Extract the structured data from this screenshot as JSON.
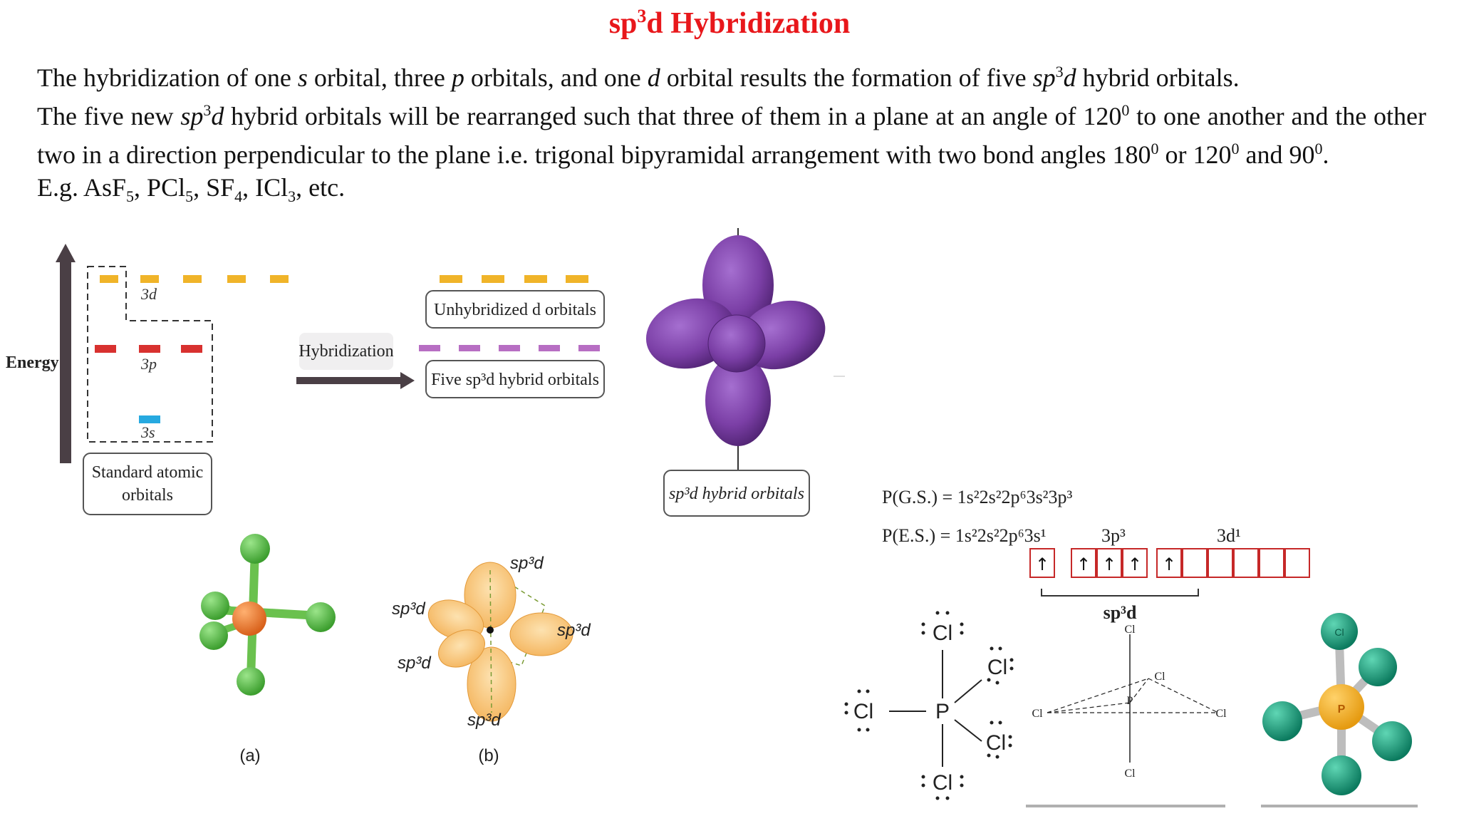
{
  "title": {
    "main": "sp",
    "sup": "3",
    "rest": "d Hybridization"
  },
  "paragraph1": {
    "t1": "The hybridization of one ",
    "s": "s",
    "t2": " orbital, three ",
    "p": "p",
    "t3": " orbitals, and one ",
    "d": "d",
    "t4": " orbital results the formation of five ",
    "h1": "sp",
    "h1sup": "3",
    "h2": "d",
    "t5": " hybrid orbitals."
  },
  "paragraph2": {
    "t1": "The five new ",
    "h1": "sp",
    "h1sup": "3",
    "h2": "d",
    "t2": " hybrid orbitals will be rearranged such that three of them in a plane at an angle of 120",
    "deg1": "0",
    "t3": " to one another and the other two in a direction perpendicular to the plane i.e. trigonal bipyramidal arrangement with two bond angles 180",
    "deg2": "0",
    "t4": " or 120",
    "deg3": "0",
    "t5": " and 90",
    "deg4": "0",
    "t6": "."
  },
  "paragraph3": {
    "t1": "E.g. AsF",
    "s1": "5",
    "t2": ", PCl",
    "s2": "5",
    "t3": ", SF",
    "s3": "4",
    "t4": ", ICl",
    "s4": "3",
    "t5": ", etc."
  },
  "energy_diagram": {
    "axis_label": "Energy",
    "level_3d": "3d",
    "level_3p": "3p",
    "level_3s": "3s",
    "box_label_line1": "Standard atomic",
    "box_label_line2": "orbitals",
    "arrow_label": "Hybridization",
    "unhybridized_label": "Unhybridized d orbitals",
    "hybrid_label": "Five sp³d hybrid orbitals",
    "colors": {
      "d": "#f0b429",
      "p": "#d8312f",
      "s": "#26a9e0",
      "hybrid": "#b76ec3",
      "arrow": "#4a3f45"
    }
  },
  "purple_orbital": {
    "label": "sp³d hybrid orbitals",
    "color": "#7b3fa6"
  },
  "figure_a": {
    "caption": "(a)"
  },
  "figure_b": {
    "caption": "(b)",
    "lobe_labels": [
      "sp³d",
      "sp³d",
      "sp³d",
      "sp³d",
      "sp³d"
    ]
  },
  "configuration": {
    "ground": "P(G.S.) = 1s²2s²2p⁶3s²3p³",
    "excited": "P(E.S.) = 1s²2s²2p⁶3s¹",
    "label_3p": "3p³",
    "label_3d": "3d¹",
    "boxes": [
      "↑",
      "↑",
      "↑",
      "↑",
      "↑",
      "",
      "",
      "",
      "",
      ""
    ],
    "hybrid_label": "sp³d"
  },
  "lewis": {
    "central": "P",
    "ligand": "Cl"
  },
  "tbp": {
    "central": "P",
    "ligand": "Cl"
  },
  "ball_model": {
    "central": "P",
    "ligand": "Cl"
  }
}
